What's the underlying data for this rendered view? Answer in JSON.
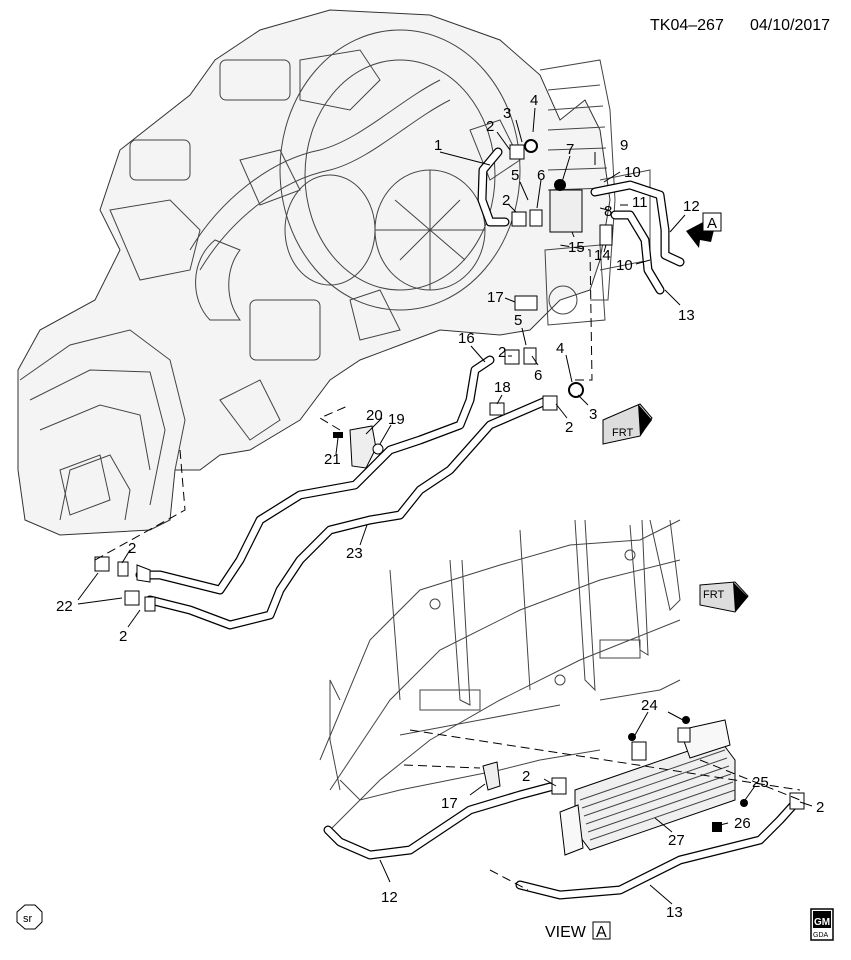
{
  "header": {
    "illustration_id": "TK04–267",
    "date": "04/10/2017"
  },
  "callouts": {
    "c1": "1",
    "c2a": "2",
    "c3a": "3",
    "c4a": "4",
    "c2b": "2",
    "c5a": "5",
    "c6a": "6",
    "c7": "7",
    "c9": "9",
    "c10a": "10",
    "c8": "8",
    "c11": "11",
    "c12a": "12",
    "c15": "15",
    "c14": "14",
    "c10b": "10",
    "c13a": "13",
    "c17a": "17",
    "c5b": "5",
    "c16": "16",
    "c2c": "2",
    "c6b": "6",
    "c4b": "4",
    "c18": "18",
    "c3b": "3",
    "c2d": "2",
    "c20": "20",
    "c19": "19",
    "c21": "21",
    "c23": "23",
    "c2e": "2",
    "c22": "22",
    "c2f": "2",
    "c24": "24",
    "c2g": "2",
    "c25": "25",
    "c2h": "2",
    "c17b": "17",
    "c26": "26",
    "c27": "27",
    "c12b": "12",
    "c13b": "13"
  },
  "view_arrow_letter": "A",
  "front_markers": {
    "upper": "FRT",
    "lower": "FRT"
  },
  "view_label": {
    "prefix": "VIEW",
    "letter": "A"
  },
  "sr_badge": "sr",
  "logo": {
    "top": "GM",
    "bottom": "GDA"
  }
}
